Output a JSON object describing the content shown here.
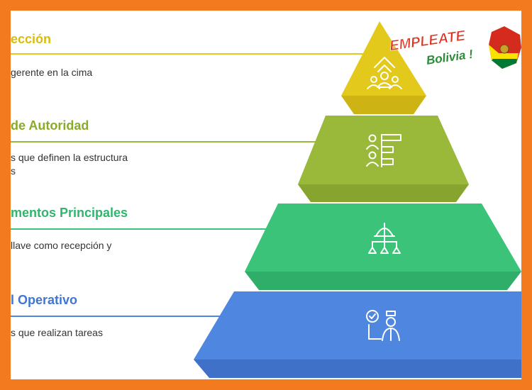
{
  "levels": [
    {
      "title": "ección",
      "desc": "gerente en la cima",
      "color": "#e2c91b",
      "icon": "team-leader-icon"
    },
    {
      "title": "de Autoridad",
      "desc": "s que definen la estructura\ns",
      "color": "#9ab83a",
      "icon": "org-chart-icon"
    },
    {
      "title": "mentos Principales",
      "desc": "llave como recepción y",
      "color": "#3cc37a",
      "icon": "department-hierarchy-icon"
    },
    {
      "title": "l Operativo",
      "desc": "s que realizan tareas",
      "color": "#4f86e0",
      "icon": "task-worker-icon"
    }
  ],
  "logo": {
    "line1": "EMPLEATE",
    "line2": "Bolivia !",
    "colors": [
      "#d52b1e",
      "#f9e300",
      "#007934"
    ]
  }
}
